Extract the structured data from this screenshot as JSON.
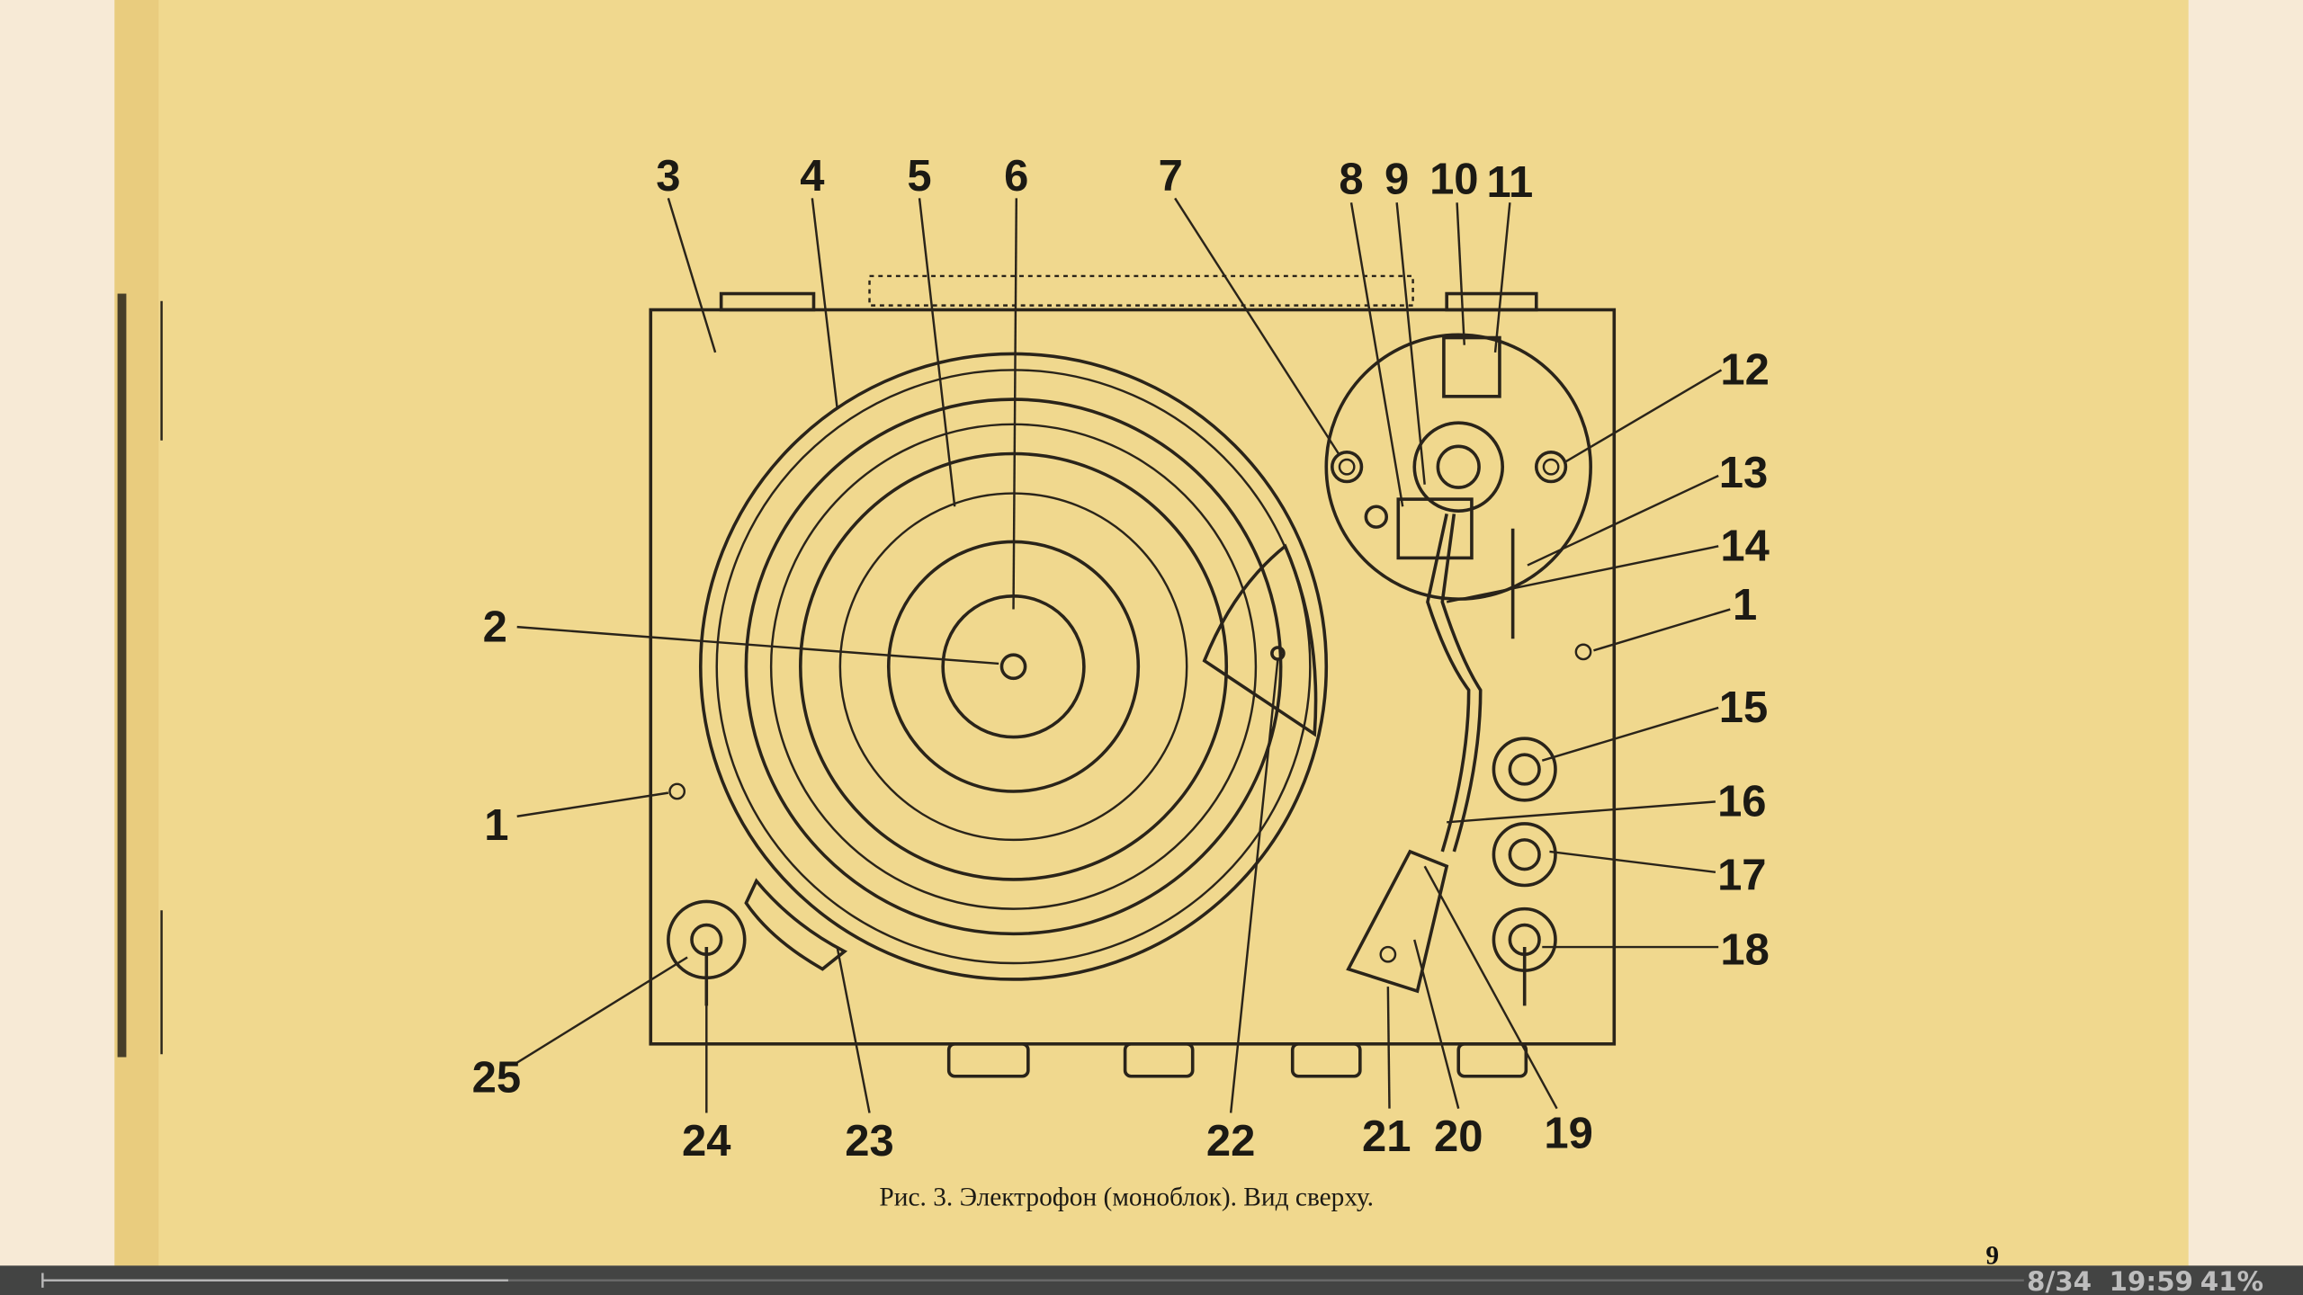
{
  "figure": {
    "caption": "Рис. 3. Электрофон (моноблок). Вид сверху.",
    "labels": [
      "3",
      "4",
      "5",
      "6",
      "7",
      "8",
      "9",
      "10",
      "11",
      "12",
      "13",
      "14",
      "1",
      "15",
      "16",
      "17",
      "18",
      "19",
      "20",
      "21",
      "22",
      "23",
      "24",
      "25",
      "2",
      "1"
    ]
  },
  "page_number": "9",
  "status_bar": {
    "page": "8/34",
    "time": "19:59",
    "battery": "41%",
    "progress_fraction": 0.235
  },
  "colors": {
    "paper": "#f0d88e",
    "margin": "#f7ead6",
    "status_bg": "#434443"
  }
}
